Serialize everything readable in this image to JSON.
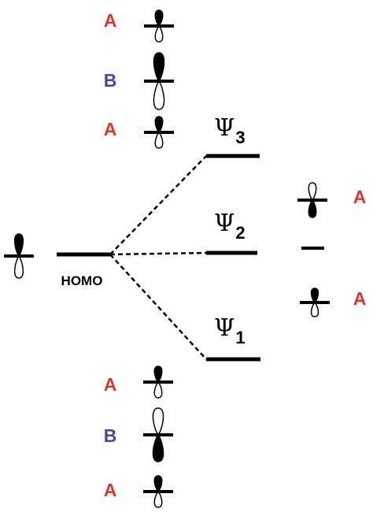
{
  "colors": {
    "A": "#e0332b",
    "B": "#4a46a0",
    "ink": "#000000"
  },
  "homo_label": "HOMO",
  "levels": [
    {
      "symbol": "Ψ",
      "subscript": "3"
    },
    {
      "symbol": "Ψ",
      "subscript": "2"
    },
    {
      "symbol": "Ψ",
      "subscript": "1"
    }
  ],
  "top_stack": [
    {
      "label": "A",
      "lobe": "up-filled"
    },
    {
      "label": "B",
      "lobe": "up-filled"
    },
    {
      "label": "A",
      "lobe": "up-filled"
    }
  ],
  "bottom_stack": [
    {
      "label": "A",
      "lobe": "up-filled"
    },
    {
      "label": "B",
      "lobe": "down-filled"
    },
    {
      "label": "A",
      "lobe": "up-filled"
    }
  ],
  "right_stack": [
    {
      "label": "A",
      "lobe": "down-filled"
    },
    {
      "label": "A",
      "lobe": "up-filled"
    }
  ],
  "left_orbital": {
    "lobe": "up-filled"
  }
}
